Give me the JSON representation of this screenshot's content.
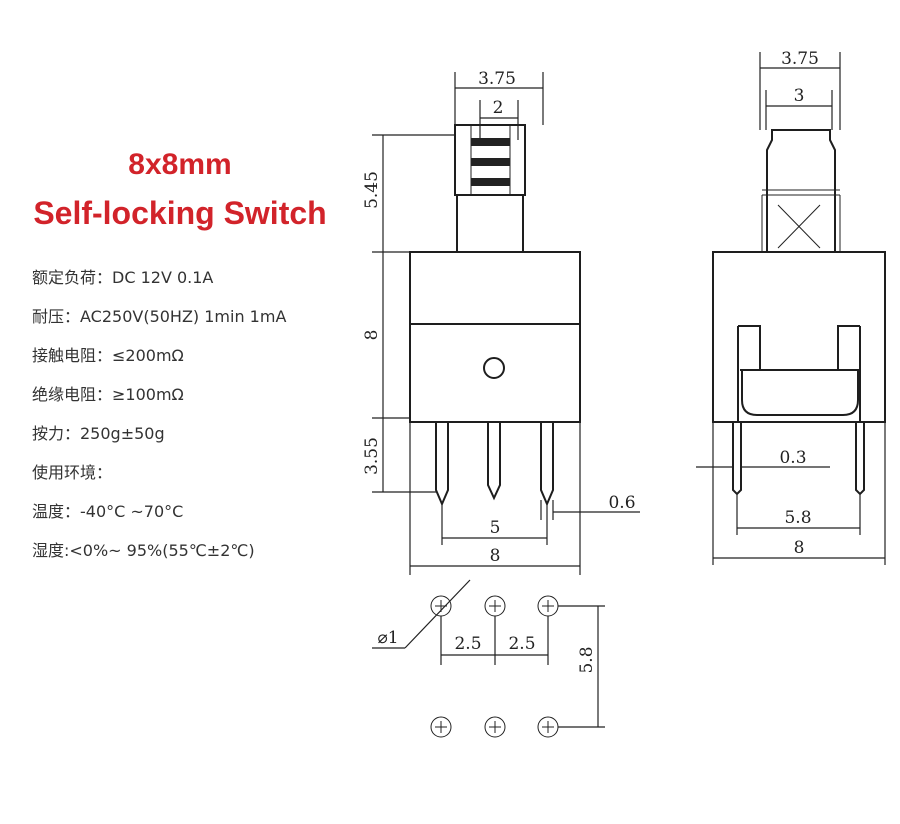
{
  "title_line1": "8x8mm",
  "title_line2": "Self-locking Switch",
  "specs": [
    "额定负荷：DC 12V 0.1A",
    "耐压：AC250V(50HZ) 1min 1mA",
    "接触电阻：≤200mΩ",
    "绝缘电阻：≥100mΩ",
    "按力：250g±50g",
    "使用环境：",
    "温度：-40°C ~70°C",
    "湿度:<0%~ 95%(55℃±2℃)"
  ],
  "dims": {
    "front_top_width": "3.75",
    "front_actuator": "2",
    "front_actuator_height": "5.45",
    "front_body_height": "8",
    "front_pin_length": "3.55",
    "front_pin_width": "0.6",
    "front_pin_spacing": "5",
    "front_total_width": "8",
    "side_top_width": "3.75",
    "side_actuator": "3",
    "side_pin": "0.3",
    "side_pin_spacing": "5.8",
    "side_total_width": "8",
    "hole_diameter": "⌀1",
    "hole_pitch_1": "2.5",
    "hole_pitch_2": "2.5",
    "row_spacing": "5.8"
  }
}
